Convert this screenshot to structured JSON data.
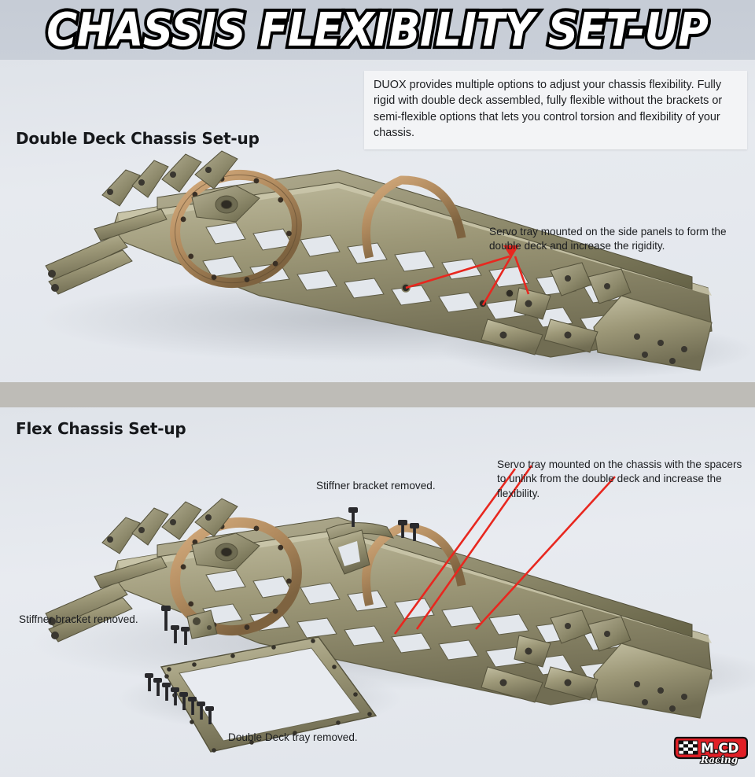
{
  "header": {
    "title": "CHASSIS FLEXIBILITY SET-UP"
  },
  "sections": {
    "top": {
      "title": "Double Deck Chassis Set-up",
      "callout": "Servo tray mounted on the side panels to form the double deck and increase the rigidity."
    },
    "bottom": {
      "title": "Flex Chassis Set-up",
      "callout": "Servo tray mounted on the chassis with the spacers to unlink from the double deck and increase the flexibility.",
      "labels": {
        "stiffner_upper": "Stiffner bracket removed.",
        "stiffner_lower": "Stiffner bracket removed.",
        "tray": "Double Deck tray removed."
      }
    }
  },
  "infobox": {
    "text": "DUOX provides multiple options to adjust your chassis flexibility. Fully rigid with double deck assembled, fully flexible without the brackets or semi-flexible options that lets you control torsion and flexibility of your chassis."
  },
  "logo": {
    "brand": "M.CD",
    "tagline": "Racing"
  },
  "colors": {
    "page_background": "#ccd2da",
    "panel_background": "#e4e8ed",
    "divider": "#bebcb7",
    "callout_line": "#e8271f",
    "logo_red": "#e21f26",
    "logo_black": "#101010",
    "text": "#1b1d20",
    "chassis_metal": "#9a9677",
    "chassis_bronze": "#b08a5e"
  },
  "icons": {
    "logo_checkered_flag": "checkered-flag-icon"
  }
}
